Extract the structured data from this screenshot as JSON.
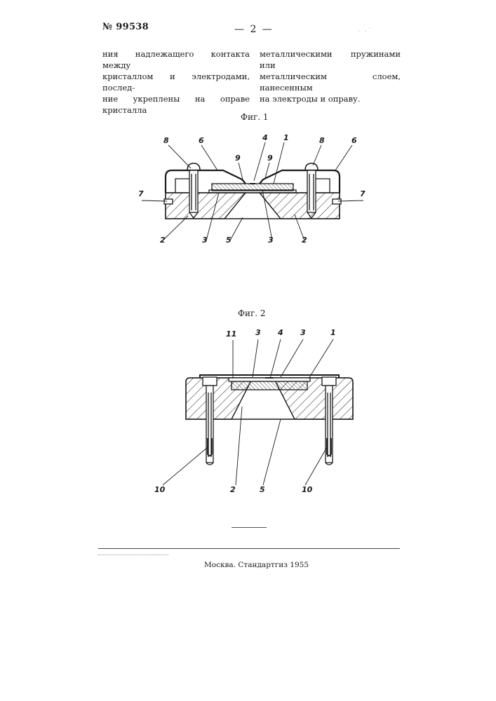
{
  "header": {
    "patent_number": "№ 99538",
    "page_number": "— 2 —"
  },
  "text": {
    "left_column": [
      "ния надлежащего контакта между",
      "кристаллом и электродами, послед-",
      "ние укреплены на оправе кристалла"
    ],
    "right_column": [
      "металлическими пружинами или",
      "металлическим слоем, нанесенным",
      "на электроды и оправу."
    ]
  },
  "figures": {
    "fig1": {
      "caption": "Фиг. 1",
      "labels": {
        "n1": "1",
        "n2a": "2",
        "n2b": "2",
        "n3a": "3",
        "n3b": "3",
        "n4": "4",
        "n5": "5",
        "n6a": "6",
        "n6b": "6",
        "n7a": "7",
        "n7b": "7",
        "n8a": "8",
        "n8b": "8",
        "n9a": "9",
        "n9b": "9"
      }
    },
    "fig2": {
      "caption": "Фиг. 2",
      "labels": {
        "n11": "11",
        "n3a": "3",
        "n4": "4",
        "n3b": "3",
        "n1": "1",
        "n10a": "10",
        "n2": "2",
        "n5": "5",
        "n10b": "10"
      }
    }
  },
  "footer": {
    "imprint": "Москва. Стандартгиз 1955"
  }
}
